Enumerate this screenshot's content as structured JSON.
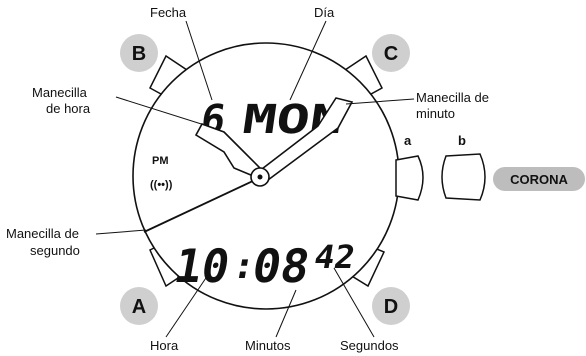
{
  "labels": {
    "fecha": "Fecha",
    "dia": "Día",
    "hour_hand_line1": "Manecilla",
    "hour_hand_line2": "de hora",
    "minute_hand_line1": "Manecilla de",
    "minute_hand_line2": "minuto",
    "second_hand_line1": "Manecilla de",
    "second_hand_line2": "segundo",
    "hora": "Hora",
    "minutos": "Minutos",
    "segundos": "Segundos"
  },
  "buttons": {
    "a": "A",
    "b": "B",
    "c": "C",
    "d": "D",
    "crown_a": "a",
    "crown_b": "b"
  },
  "crown": {
    "label": "CORONA"
  },
  "display": {
    "date": "6",
    "day": "MON",
    "time_hours": "10",
    "time_sep": ":",
    "time_minutes": "08",
    "time_seconds": "42",
    "pm": "PM",
    "signal": "((••))"
  },
  "colors": {
    "button_fill": "#cfcfcf",
    "crown_fill": "#bdbdbd",
    "line": "#111111",
    "background": "#ffffff"
  }
}
